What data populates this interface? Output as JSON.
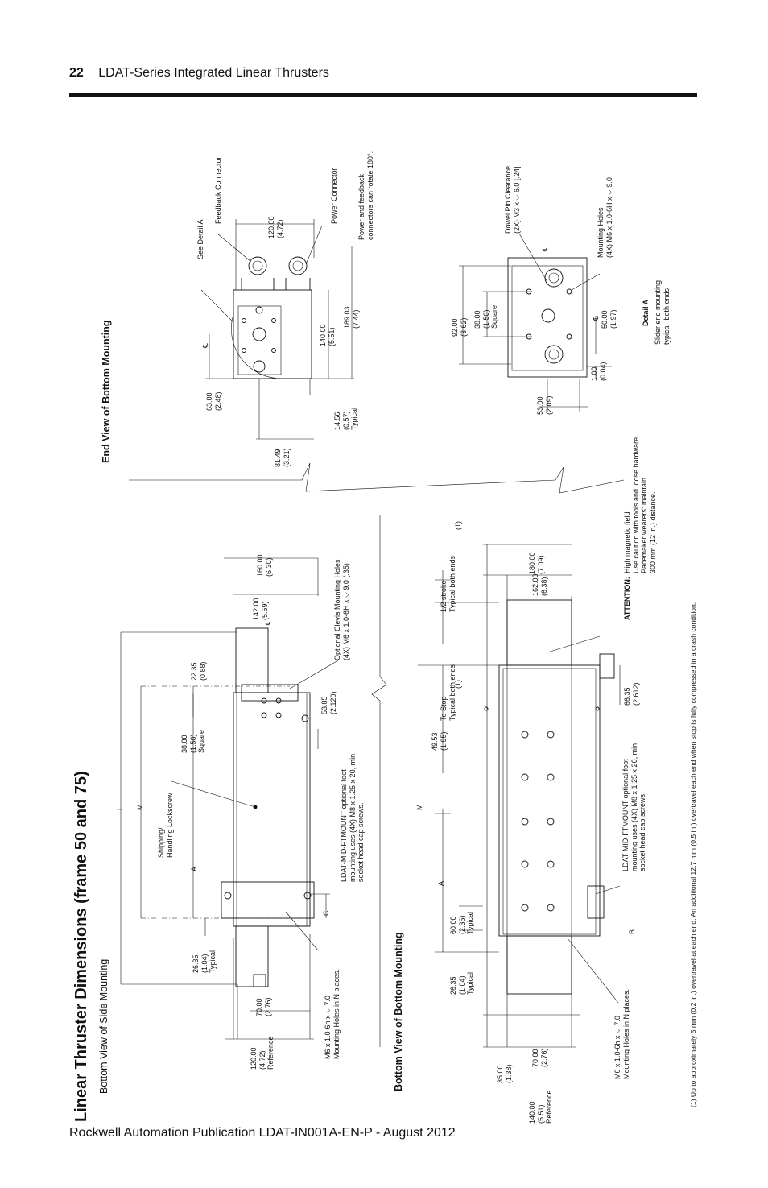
{
  "header": {
    "page_number": "22",
    "title": "LDAT-Series Integrated Linear Thrusters"
  },
  "footer": {
    "text": "Rockwell Automation Publication LDAT-IN001A-EN-P - August 2012"
  },
  "section_title": "Linear Thruster Dimensions (frame 50 and 75)",
  "views": {
    "side": "Bottom View of Side Mounting",
    "bottom": "Bottom View of Bottom Mounting",
    "end": "End View of Bottom Mounting"
  },
  "labels": {
    "L": "L",
    "M": "M",
    "A": "A",
    "C": "C",
    "B": "B",
    "cl": "℄",
    "shipping": "Shipping/\nHandling Lockscrew",
    "side_120": "120.00\n(4.72)\nReference",
    "side_70": "70.00\n(2.76)",
    "side_2635": "26.35\n(1.04)\nTypical",
    "side_m6": "M6 x 1.0-6h x ⌵ 7.0\nMounting Holes in N places.",
    "side_38": "38.00\n(1.50)\nSquare",
    "side_2235": "22.35\n(0.88)",
    "side_5385": "53.85\n(2.120)",
    "side_142": "142.00\n(5.59)",
    "side_160": "160.00\n(6.30)",
    "side_clevis": "Optional Clevis Mounting Holes\n(4X) M6 x 1.0-6H x ⌵ 9.0 (.35)",
    "side_foot": "LDAT-MID-FTMOUNT optional foot\nmounting uses (4X) M8 x 1.25 x 20, min\nsocket head cap screws.",
    "bot_140": "140.00\n(5.51)\nReference",
    "bot_70": "70.00\n(2.76)",
    "bot_35": "35.00\n(1.38)",
    "bot_2635": "26.35\n(1.04)\nTypical",
    "bot_60": "60.00\n(2.36)\nTypical",
    "bot_4953": "49.53\n(1.95)",
    "bot_tostop": "To Stop\nTypical both ends",
    "bot_half": "1/2 stroke\nTypical both ends",
    "bot_162": "162.00\n(6.38)",
    "bot_180": "180.00\n(7.09)",
    "bot_6635": "66.35\n(2.612)",
    "bot_m6": "M6 x 1.0-6h x ⌵ 7.0\nMounting Holes in N places.",
    "bot_foot": "LDAT-MID-FTMOUNT optional foot\nmounting uses (4X) M8 x 1.25 x 20, min\nsocket head cap screws.",
    "attention_label": "ATTENTION:",
    "attention": "High magnetic field.\nUse caution with tools and loose hardware.\nPacemaker wearers: maintain\n300 mm (12 in.) distance.",
    "end_see": "See Detail A",
    "end_feedback": "Feedback Connector",
    "end_power": "Power Connector",
    "end_rotate": "Power and feedback\nconnectors can rotate 180°.",
    "end_120": "120.00\n(4.72)",
    "end_140": "140.00\n(5.51)",
    "end_189": "189.03\n(7.44)",
    "end_63": "63.00\n(2.48)",
    "end_8149": "81.49\n(3.21)",
    "end_1456": "14.56\n(0.57)\nTypical",
    "det_92": "92.00\n(3.62)",
    "det_38": "38.00\n(1.50)\nSquare",
    "det_53": "53.00\n(2.09)",
    "det_1": "1.00\n(0.04)",
    "det_50": "50.00\n(1.97)",
    "det_dowel": "Dowel Pin Clearance\n(2X) M3 x ⌵ 6.0 [.24]",
    "det_mount": "Mounting Holes\n(4X) M6 x 1.0-6H x ⌵ 9.0",
    "det_title": "Detail A",
    "det_sub": "Slider end mounting\ntypical  both ends",
    "sup1": "(1)"
  },
  "footnote": "(1) Up to approximately 5 mm (0.2 in.) overtravel at each end. An additional 12.7 mm (0.5 in.) overtravel each end when stop is fully compressed in a crash condition."
}
